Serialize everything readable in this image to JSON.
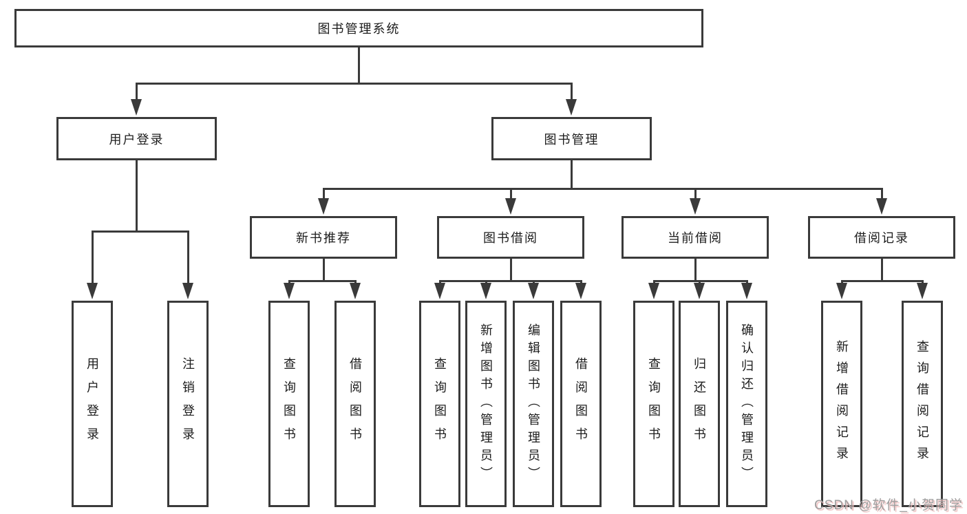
{
  "title": "图书管理系统",
  "level2": [
    {
      "label": "用户登录"
    },
    {
      "label": "图书管理"
    }
  ],
  "level3": [
    {
      "label": "新书推荐",
      "parent": "图书管理"
    },
    {
      "label": "图书借阅",
      "parent": "图书管理"
    },
    {
      "label": "当前借阅",
      "parent": "图书管理"
    },
    {
      "label": "借阅记录",
      "parent": "图书管理"
    }
  ],
  "leaves": [
    {
      "label": "用户登录",
      "parent": "用户登录"
    },
    {
      "label": "注销登录",
      "parent": "用户登录"
    },
    {
      "label": "查询图书",
      "parent": "新书推荐"
    },
    {
      "label": "借阅图书",
      "parent": "新书推荐"
    },
    {
      "label": "查询图书",
      "parent": "图书借阅"
    },
    {
      "label": "新增图书（管理员）",
      "parent": "图书借阅"
    },
    {
      "label": "编辑图书（管理员）",
      "parent": "图书借阅"
    },
    {
      "label": "借阅图书",
      "parent": "图书借阅"
    },
    {
      "label": "查询图书",
      "parent": "当前借阅"
    },
    {
      "label": "归还图书",
      "parent": "当前借阅"
    },
    {
      "label": "确认归还（管理员）",
      "parent": "当前借阅"
    },
    {
      "label": "新增借阅记录",
      "parent": "借阅记录"
    },
    {
      "label": "查询借阅记录",
      "parent": "借阅记录"
    }
  ],
  "watermark": "CSDN @软件_小贺同学",
  "colors": {
    "line": "#3a3a3a",
    "text": "#1c1c1c",
    "background": "#ffffff",
    "watermark": "#9e9e9e",
    "watermark_shadow": "#eebebe"
  }
}
